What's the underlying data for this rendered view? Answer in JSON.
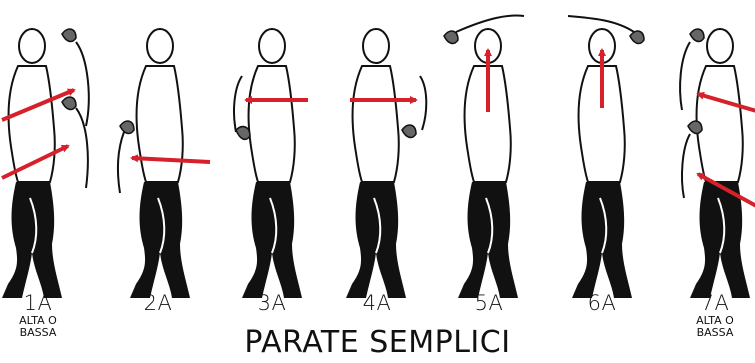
{
  "title": "PARATE SEMPLICI",
  "arrow_color": "#d6202a",
  "figures": [
    {
      "label": "1A",
      "sub1": "ALTA O",
      "sub2": "BASSA",
      "icon": "fencer-parry-figure"
    },
    {
      "label": "2A",
      "icon": "fencer-parry-figure"
    },
    {
      "label": "3A",
      "icon": "fencer-parry-figure"
    },
    {
      "label": "4A",
      "icon": "fencer-parry-figure"
    },
    {
      "label": "5A",
      "icon": "fencer-parry-figure"
    },
    {
      "label": "6A",
      "icon": "fencer-parry-figure"
    },
    {
      "label": "7A",
      "sub1": "ALTA O",
      "sub2": "BASSA",
      "icon": "fencer-parry-figure"
    }
  ]
}
